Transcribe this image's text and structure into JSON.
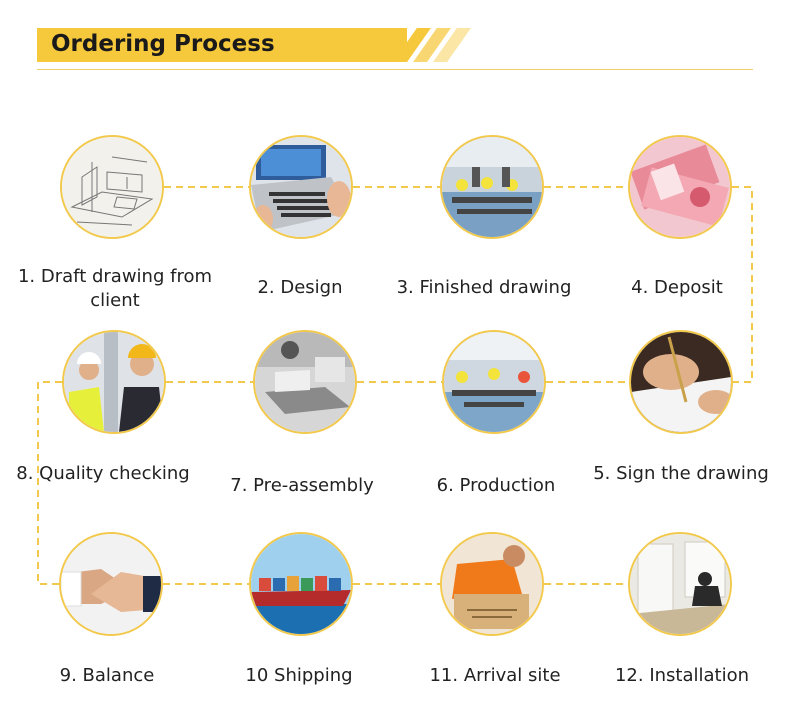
{
  "header": {
    "title": "Ordering Process"
  },
  "colors": {
    "accent": "#f6c83c",
    "connector": "#f2c94c"
  },
  "steps": [
    {
      "label": "1. Draft drawing from client",
      "icon": "sketch-drawing-icon"
    },
    {
      "label": "2. Design",
      "icon": "laptop-design-icon"
    },
    {
      "label": "3. Finished drawing",
      "icon": "factory-workers-icon"
    },
    {
      "label": "4. Deposit",
      "icon": "banknotes-icon"
    },
    {
      "label": "5. Sign the drawing",
      "icon": "pen-signing-icon"
    },
    {
      "label": "6. Production",
      "icon": "production-line-icon"
    },
    {
      "label": "7. Pre-assembly",
      "icon": "assembly-workshop-icon"
    },
    {
      "label": "8. Quality checking",
      "icon": "hardhat-inspectors-icon"
    },
    {
      "label": "9. Balance",
      "icon": "handshake-icon"
    },
    {
      "label": "10 Shipping",
      "icon": "cargo-ship-icon"
    },
    {
      "label": "11. Arrival site",
      "icon": "delivery-worker-icon"
    },
    {
      "label": "12. Installation",
      "icon": "installer-icon"
    }
  ]
}
